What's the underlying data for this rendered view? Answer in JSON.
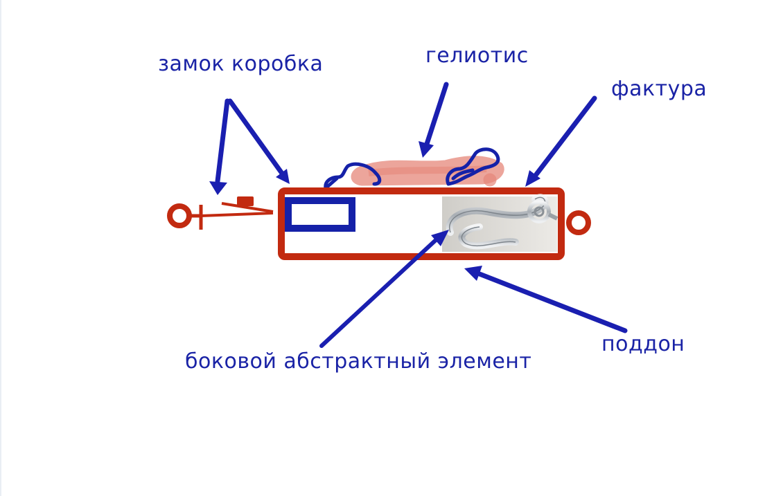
{
  "labels": {
    "lock_box": "замок коробка",
    "heliotis": "гелиотис",
    "texture": "фактура",
    "tray": "поддон",
    "side_element": "боковой абстрактный элемент"
  },
  "colors": {
    "label_text": "#1a23a6",
    "arrow": "#1a1fb0",
    "frame_red": "#c22a10",
    "lock_blue": "#1521a8",
    "heliotis_pink": "#e6877a",
    "clasp_bg": "#dcdad6",
    "clasp_metal": "#9aa0a6"
  },
  "icons": {
    "left_ring": "ring-icon",
    "right_ring": "ring-icon",
    "clasp": "hook-clasp-icon"
  }
}
